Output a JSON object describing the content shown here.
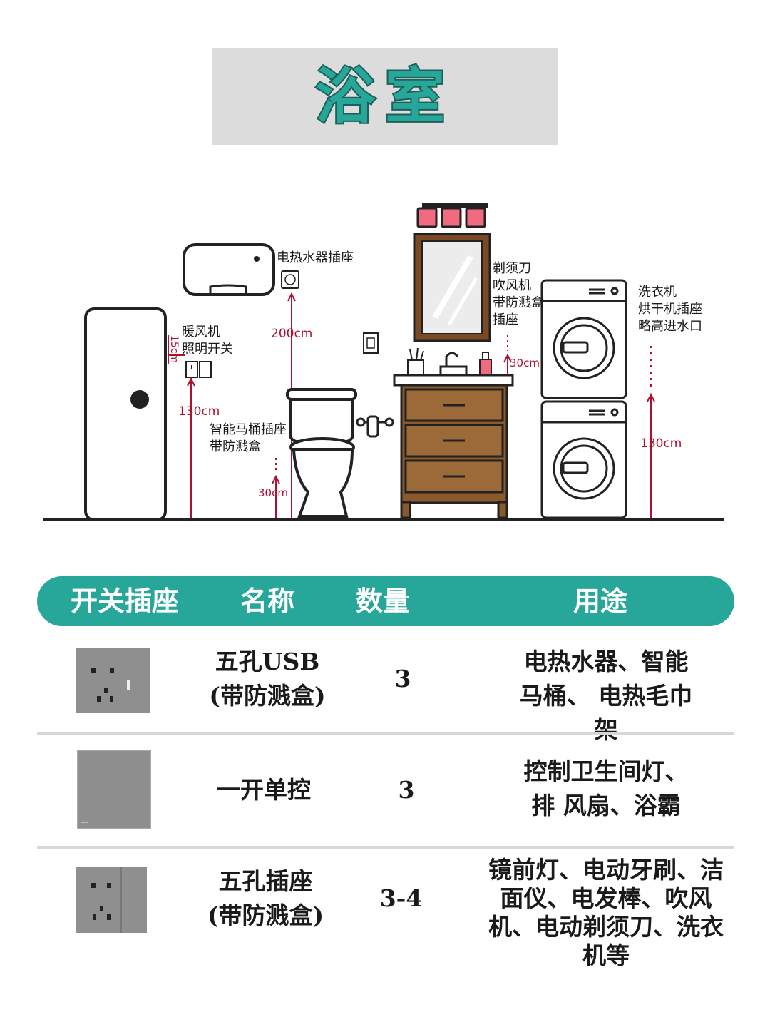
{
  "title": "浴室",
  "labels": {
    "water_heater": "电热水器插座",
    "dim_200": "200cm",
    "fan_switch": "暖风机\n照明开关",
    "dim_15": "15cm",
    "dim_130_left": "130cm",
    "toilet": "智能马桶插座\n带防溅盒",
    "dim_30_toilet": "30cm",
    "mirror": "剃须刀\n吹风机\n带防溅盒\n插座",
    "dim_30_sink": "30cm",
    "washer": "洗衣机\n烘干机插座\n略高进水口",
    "dim_130_right": "130cm"
  },
  "table": {
    "headers": [
      "开关插座",
      "名称",
      "数量",
      "用途"
    ],
    "rows": [
      {
        "name": "五孔USB\n(带防溅盒)",
        "qty": "3",
        "use": "电热水器、智能\n马桶、 电热毛巾\n架",
        "icon": "five-hole-usb-socket-icon"
      },
      {
        "name": "一开单控",
        "qty": "3",
        "use": "控制卫生间灯、\n排 风扇、浴霸",
        "icon": "single-switch-icon"
      },
      {
        "name": "五孔插座\n(带防溅盒)",
        "qty": "3-4",
        "use": "镜前灯、电动牙刷、洁\n面仪、电发棒、吹风\n机、电动剃须刀、洗衣\n机等",
        "icon": "five-hole-socket-icon"
      }
    ]
  },
  "colors": {
    "accent": "#26a79a",
    "dimension": "#b01030",
    "cabinet": "#8b5a2b"
  }
}
